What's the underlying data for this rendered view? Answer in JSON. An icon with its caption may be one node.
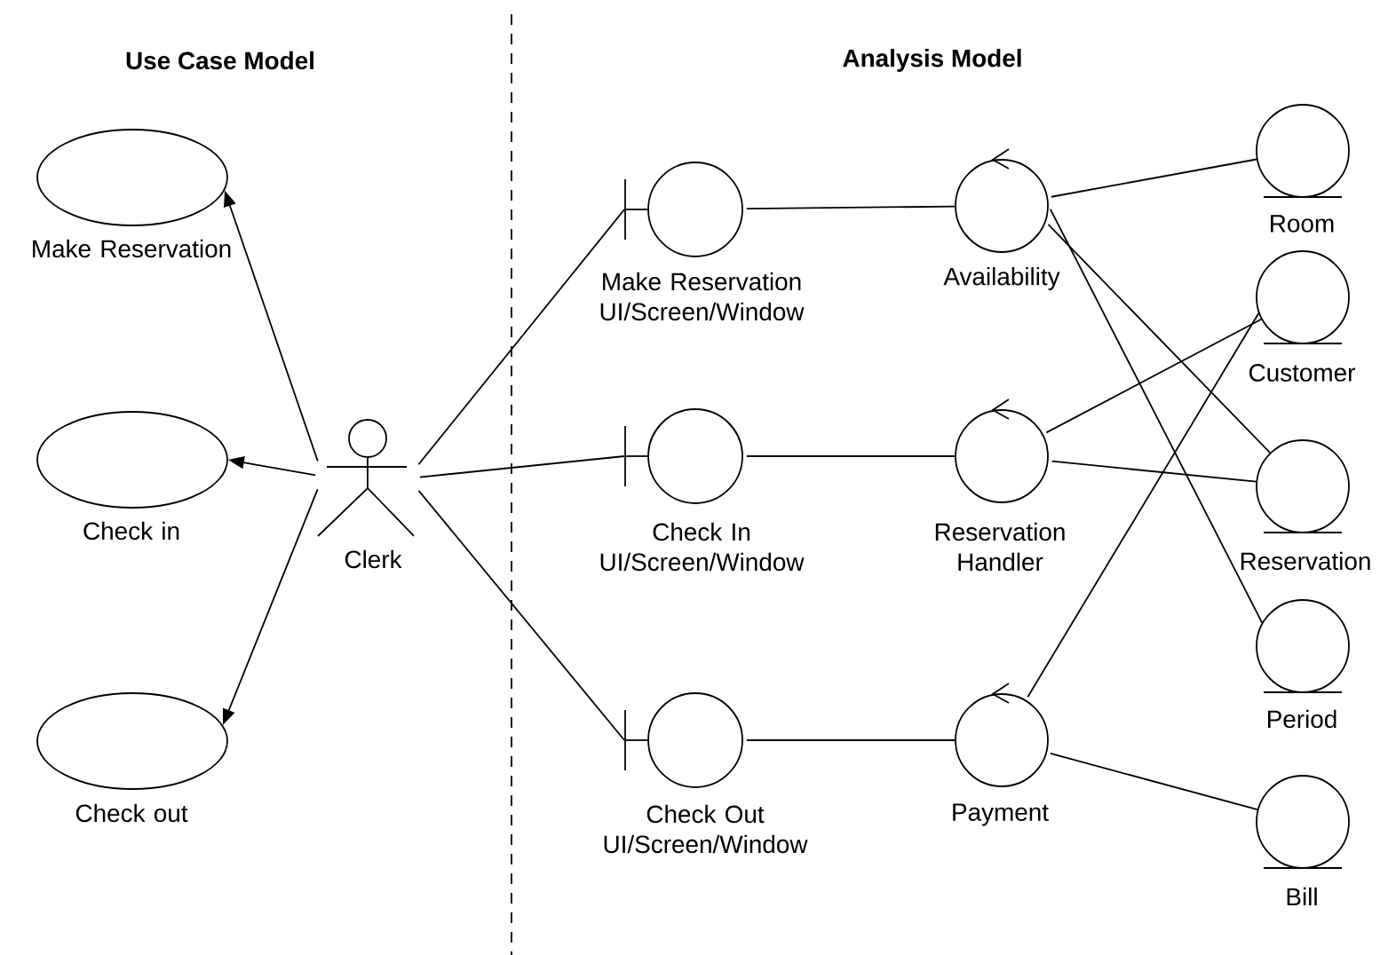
{
  "diagram": {
    "nodes": [
      {
        "text": [
          "Make Reservation"
        ]
      },
      {
        "text": [
          "Check in"
        ]
      },
      {
        "text": [
          "Check out"
        ]
      },
      {
        "text": [
          "Clerk"
        ]
      },
      {
        "text": [
          "Make Reservation UI/Screen/Window"
        ]
      },
      {
        "text": [
          "Check In UI/Screen/Window"
        ]
      },
      {
        "text": [
          "Check Out UI/Screen/Window"
        ]
      },
      {
        "text": [
          "Availability"
        ]
      },
      {
        "text": [
          "Reservation Handler"
        ]
      },
      {
        "text": [
          "Payment"
        ]
      },
      {
        "text": [
          "Room"
        ]
      },
      {
        "text": [
          "Customer"
        ]
      },
      {
        "text": [
          "Reservation"
        ]
      },
      {
        "text": [
          "Period"
        ]
      },
      {
        "text": [
          "Bill"
        ]
      }
    ],
    "edges": [
      {
        "from": 3,
        "to": 0,
        "arrow": "to"
      },
      {
        "from": 3,
        "to": 1,
        "arrow": "to"
      },
      {
        "from": 3,
        "to": 2,
        "arrow": "to"
      },
      {
        "from": 3,
        "to": 4,
        "arrow": "none"
      },
      {
        "from": 3,
        "to": 5,
        "arrow": "none"
      },
      {
        "from": 3,
        "to": 6,
        "arrow": "none"
      },
      {
        "from": 4,
        "to": 7,
        "arrow": "none"
      },
      {
        "from": 5,
        "to": 8,
        "arrow": "none"
      },
      {
        "from": 6,
        "to": 9,
        "arrow": "none"
      },
      {
        "from": 7,
        "to": 10,
        "arrow": "none"
      },
      {
        "from": 7,
        "to": 12,
        "arrow": "none"
      },
      {
        "from": 7,
        "to": 13,
        "arrow": "none"
      },
      {
        "from": 8,
        "to": 11,
        "arrow": "none"
      },
      {
        "from": 8,
        "to": 12,
        "arrow": "none"
      },
      {
        "from": 9,
        "to": 11,
        "arrow": "none"
      },
      {
        "from": 9,
        "to": 14,
        "arrow": "none"
      }
    ],
    "labels": [
      "Use Case Model",
      "Analysis Model"
    ]
  }
}
